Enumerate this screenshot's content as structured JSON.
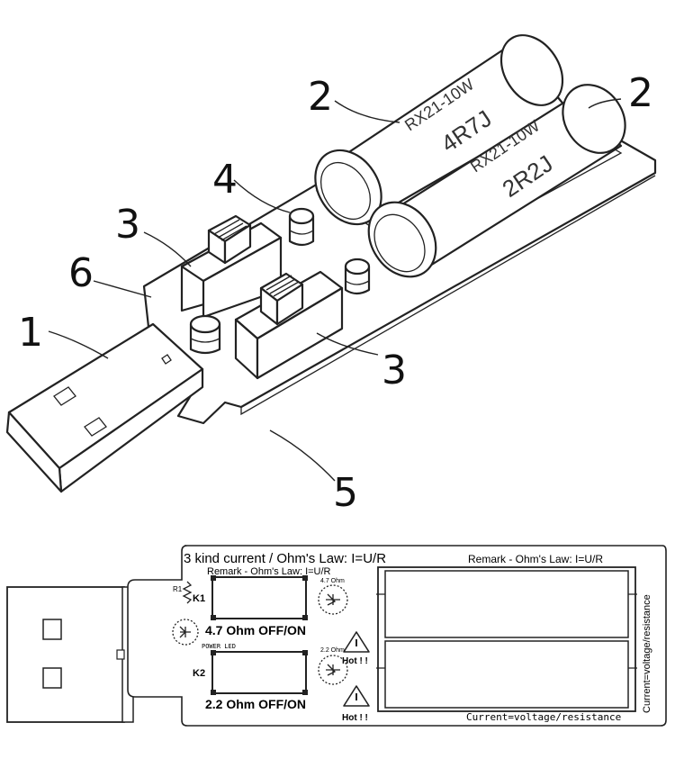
{
  "callouts": {
    "usb_plug": "1",
    "resistor_a": "2",
    "resistor_b": "2",
    "switch_a": "3",
    "switch_b": "3",
    "indicator_led": "4",
    "pcb_edge": "5",
    "power_led": "6"
  },
  "resistors": {
    "top": {
      "rating": "RX21-10W",
      "code": "4R7J"
    },
    "bottom": {
      "rating": "RX21-10W",
      "code": "2R2J"
    }
  },
  "board": {
    "title": "3 kind current / Ohm's Law: I=U/R",
    "remark_top": "Remark - Ohm's Law: I=U/R",
    "remark_left": "Remark - Ohm's Law: I=U/R",
    "r1": "R1",
    "k1": "K1",
    "k2": "K2",
    "k1_label": "4.7 Ohm OFF/ON",
    "k2_label": "2.2 Ohm OFF/ON",
    "led1_value": "4.7 Ohm",
    "led2_value": "2.2 Ohm",
    "power_led": "POWER LED",
    "hot1": "Hot ! !",
    "hot2": "Hot ! !",
    "footer": "Current=voltage/resistance",
    "side": "Current=voltage/resistance"
  }
}
